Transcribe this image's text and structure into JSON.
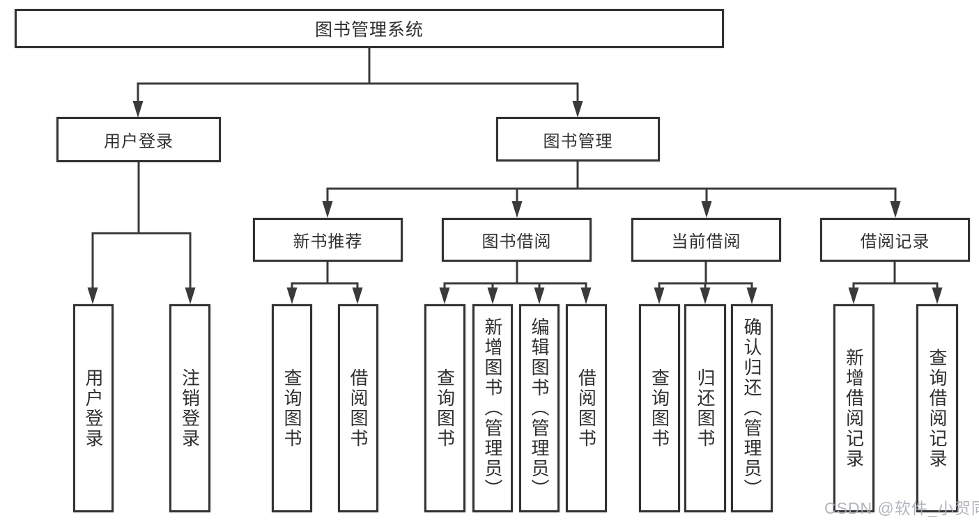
{
  "watermark": "CSDN @软件_小贺同学",
  "colors": {
    "line": "#3a3a3a",
    "box_border": "#333333",
    "text": "#2f2f2f",
    "watermark_text": "#a8adb4"
  },
  "tree": {
    "label": "图书管理系统",
    "children": [
      {
        "label": "用户登录",
        "children": [
          {
            "label": "用户登录"
          },
          {
            "label": "注销登录"
          }
        ]
      },
      {
        "label": "图书管理",
        "children": [
          {
            "label": "新书推荐",
            "children": [
              {
                "label": "查询图书"
              },
              {
                "label": "借阅图书"
              }
            ]
          },
          {
            "label": "图书借阅",
            "children": [
              {
                "label": "查询图书"
              },
              {
                "label": "新增图书（管理员）"
              },
              {
                "label": "编辑图书（管理员）"
              },
              {
                "label": "借阅图书"
              }
            ]
          },
          {
            "label": "当前借阅",
            "children": [
              {
                "label": "查询图书"
              },
              {
                "label": "归还图书"
              },
              {
                "label": "确认归还（管理员）"
              }
            ]
          },
          {
            "label": "借阅记录",
            "children": [
              {
                "label": "新增借阅记录"
              },
              {
                "label": "查询借阅记录"
              }
            ]
          }
        ]
      }
    ]
  }
}
